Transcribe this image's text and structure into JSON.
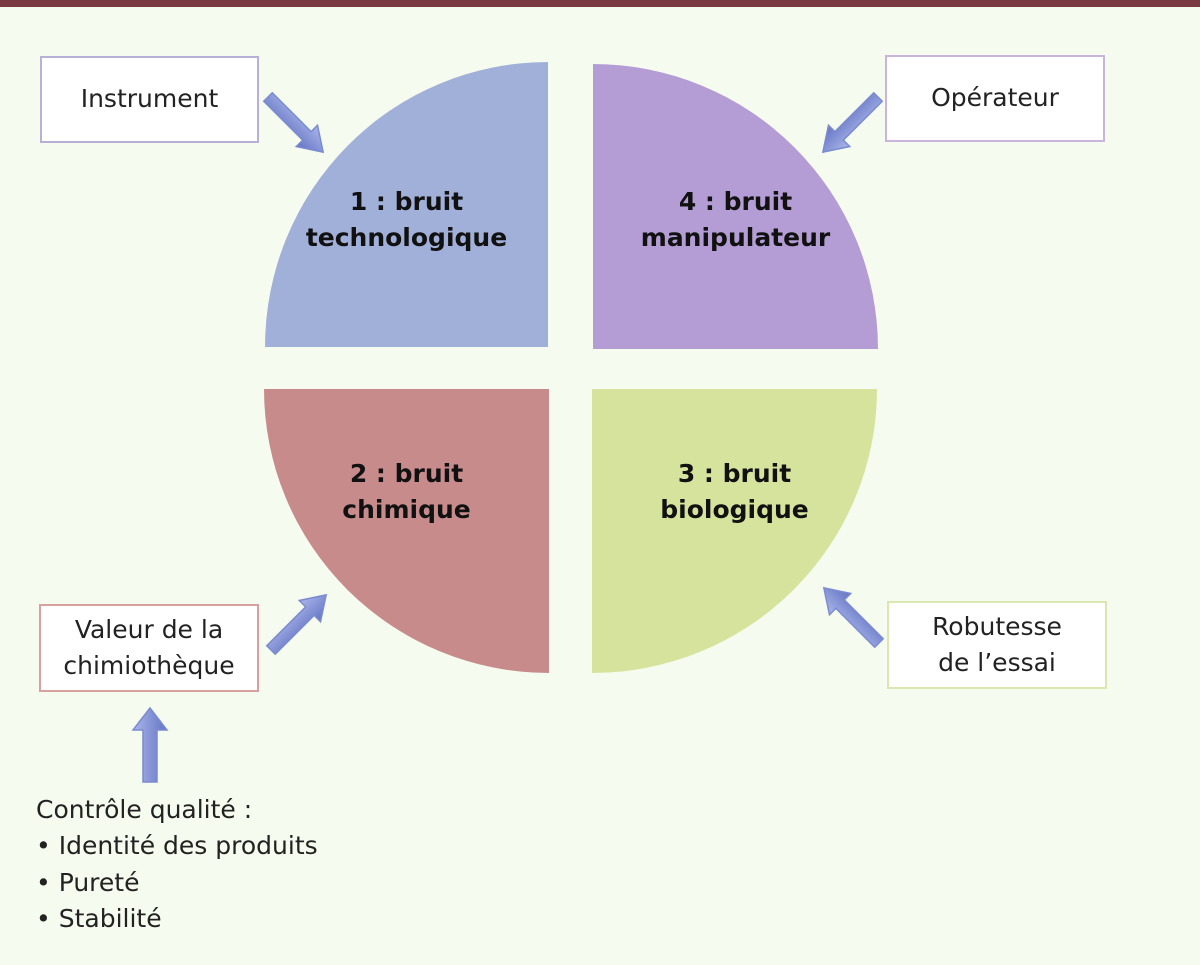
{
  "quadrants": {
    "q1": {
      "label": "1 : bruit\ntechnologique",
      "color": "#a1b0d9"
    },
    "q4": {
      "label": "4 : bruit\nmanipulateur",
      "color": "#b39dd4"
    },
    "q2": {
      "label": "2 : bruit\nchimique",
      "color": "#c88b8b"
    },
    "q3": {
      "label": "3 : bruit\nbiologique",
      "color": "#d6e39c"
    }
  },
  "sources": {
    "instrument": {
      "label": "Instrument",
      "border": "#b8b0d8"
    },
    "operateur": {
      "label": "Opérateur",
      "border": "#c9b4dc"
    },
    "chimiotheque": {
      "label": "Valeur de la\nchimiothèque",
      "border": "#d9a0a0"
    },
    "essai": {
      "label": "Robutesse\nde l’essai",
      "border": "#dce7b0"
    }
  },
  "quality_control": {
    "title": "Contrôle qualité :",
    "items": [
      "Identité des produits",
      "Pureté",
      "Stabilité"
    ]
  },
  "arrow_color": "#7b8bd0"
}
